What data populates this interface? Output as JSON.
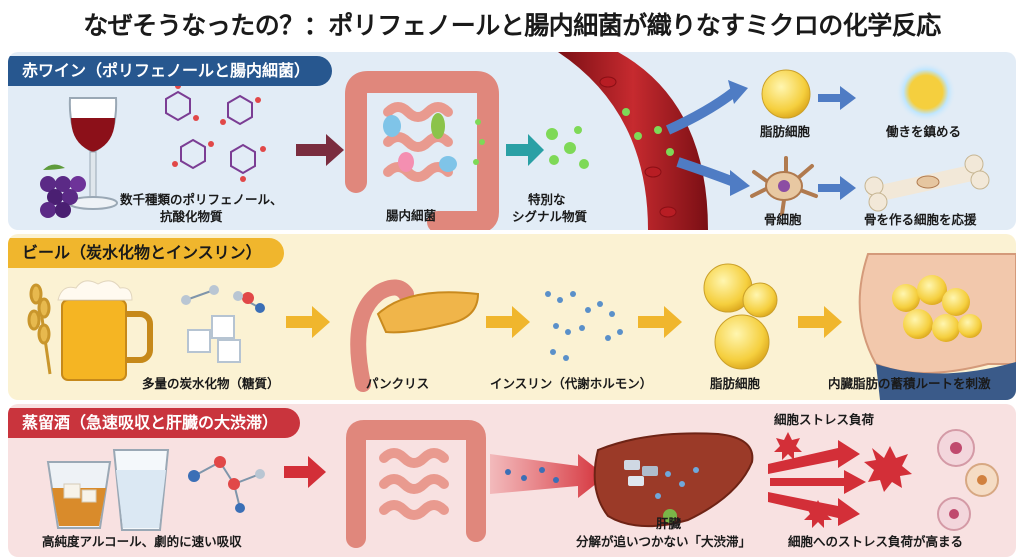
{
  "title": "なぜそうなったの？：ポリフェノールと腸内細菌が織りなすミクロの化学反応",
  "rows": [
    {
      "heading": "赤ワイン（ポリフェノールと腸内細菌）",
      "labels": {
        "polyphenol": "数千種類のポリフェノール、",
        "polyphenol2": "抗酸化物質",
        "gut_bacteria": "腸内細菌",
        "signal": "特別な",
        "signal2": "シグナル物質",
        "fat_cell": "脂肪細胞",
        "fat_effect": "働きを鎮める",
        "bone_cell": "骨細胞",
        "bone_effect": "骨を作る細胞を応援"
      }
    },
    {
      "heading": "ビール（炭水化物とインスリン）",
      "labels": {
        "carbs": "多量の炭水化物（糖質）",
        "pancreas": "パンクリス",
        "insulin": "インスリン（代謝ホルモン）",
        "fat_cell": "脂肪細胞",
        "visceral": "内臓脂肪の蓄積ルートを刺激"
      }
    },
    {
      "heading": "蒸留酒（急速吸収と肝臓の大渋滞）",
      "labels": {
        "alcohol": "高純度アルコール、劇的に速い吸収",
        "liver": "肝臓",
        "liver_jam": "分解が追いつかない「大渋滞」",
        "cell_stress": "細胞ストレス負荷",
        "stress_rise": "細胞へのストレス負荷が高まる"
      }
    }
  ]
}
